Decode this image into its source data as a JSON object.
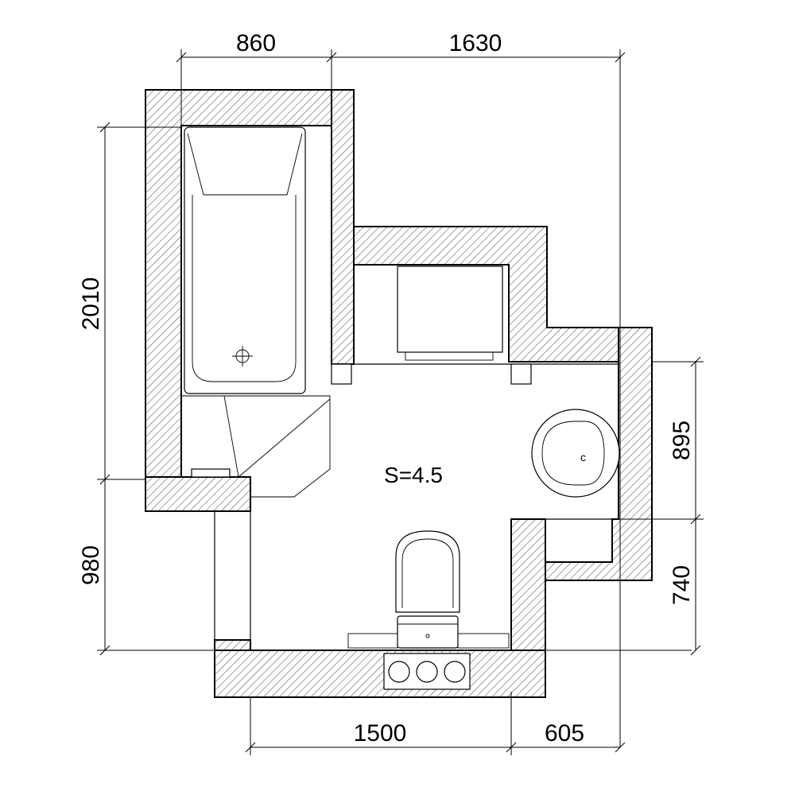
{
  "dimensions": {
    "top_left": "860",
    "top_right": "1630",
    "left_upper": "2010",
    "left_lower": "980",
    "right_upper": "895",
    "right_lower": "740",
    "bottom_left": "1500",
    "bottom_right": "605"
  },
  "room": {
    "area_label": "S=4.5"
  },
  "colors": {
    "line": "#000000",
    "background": "#ffffff"
  }
}
